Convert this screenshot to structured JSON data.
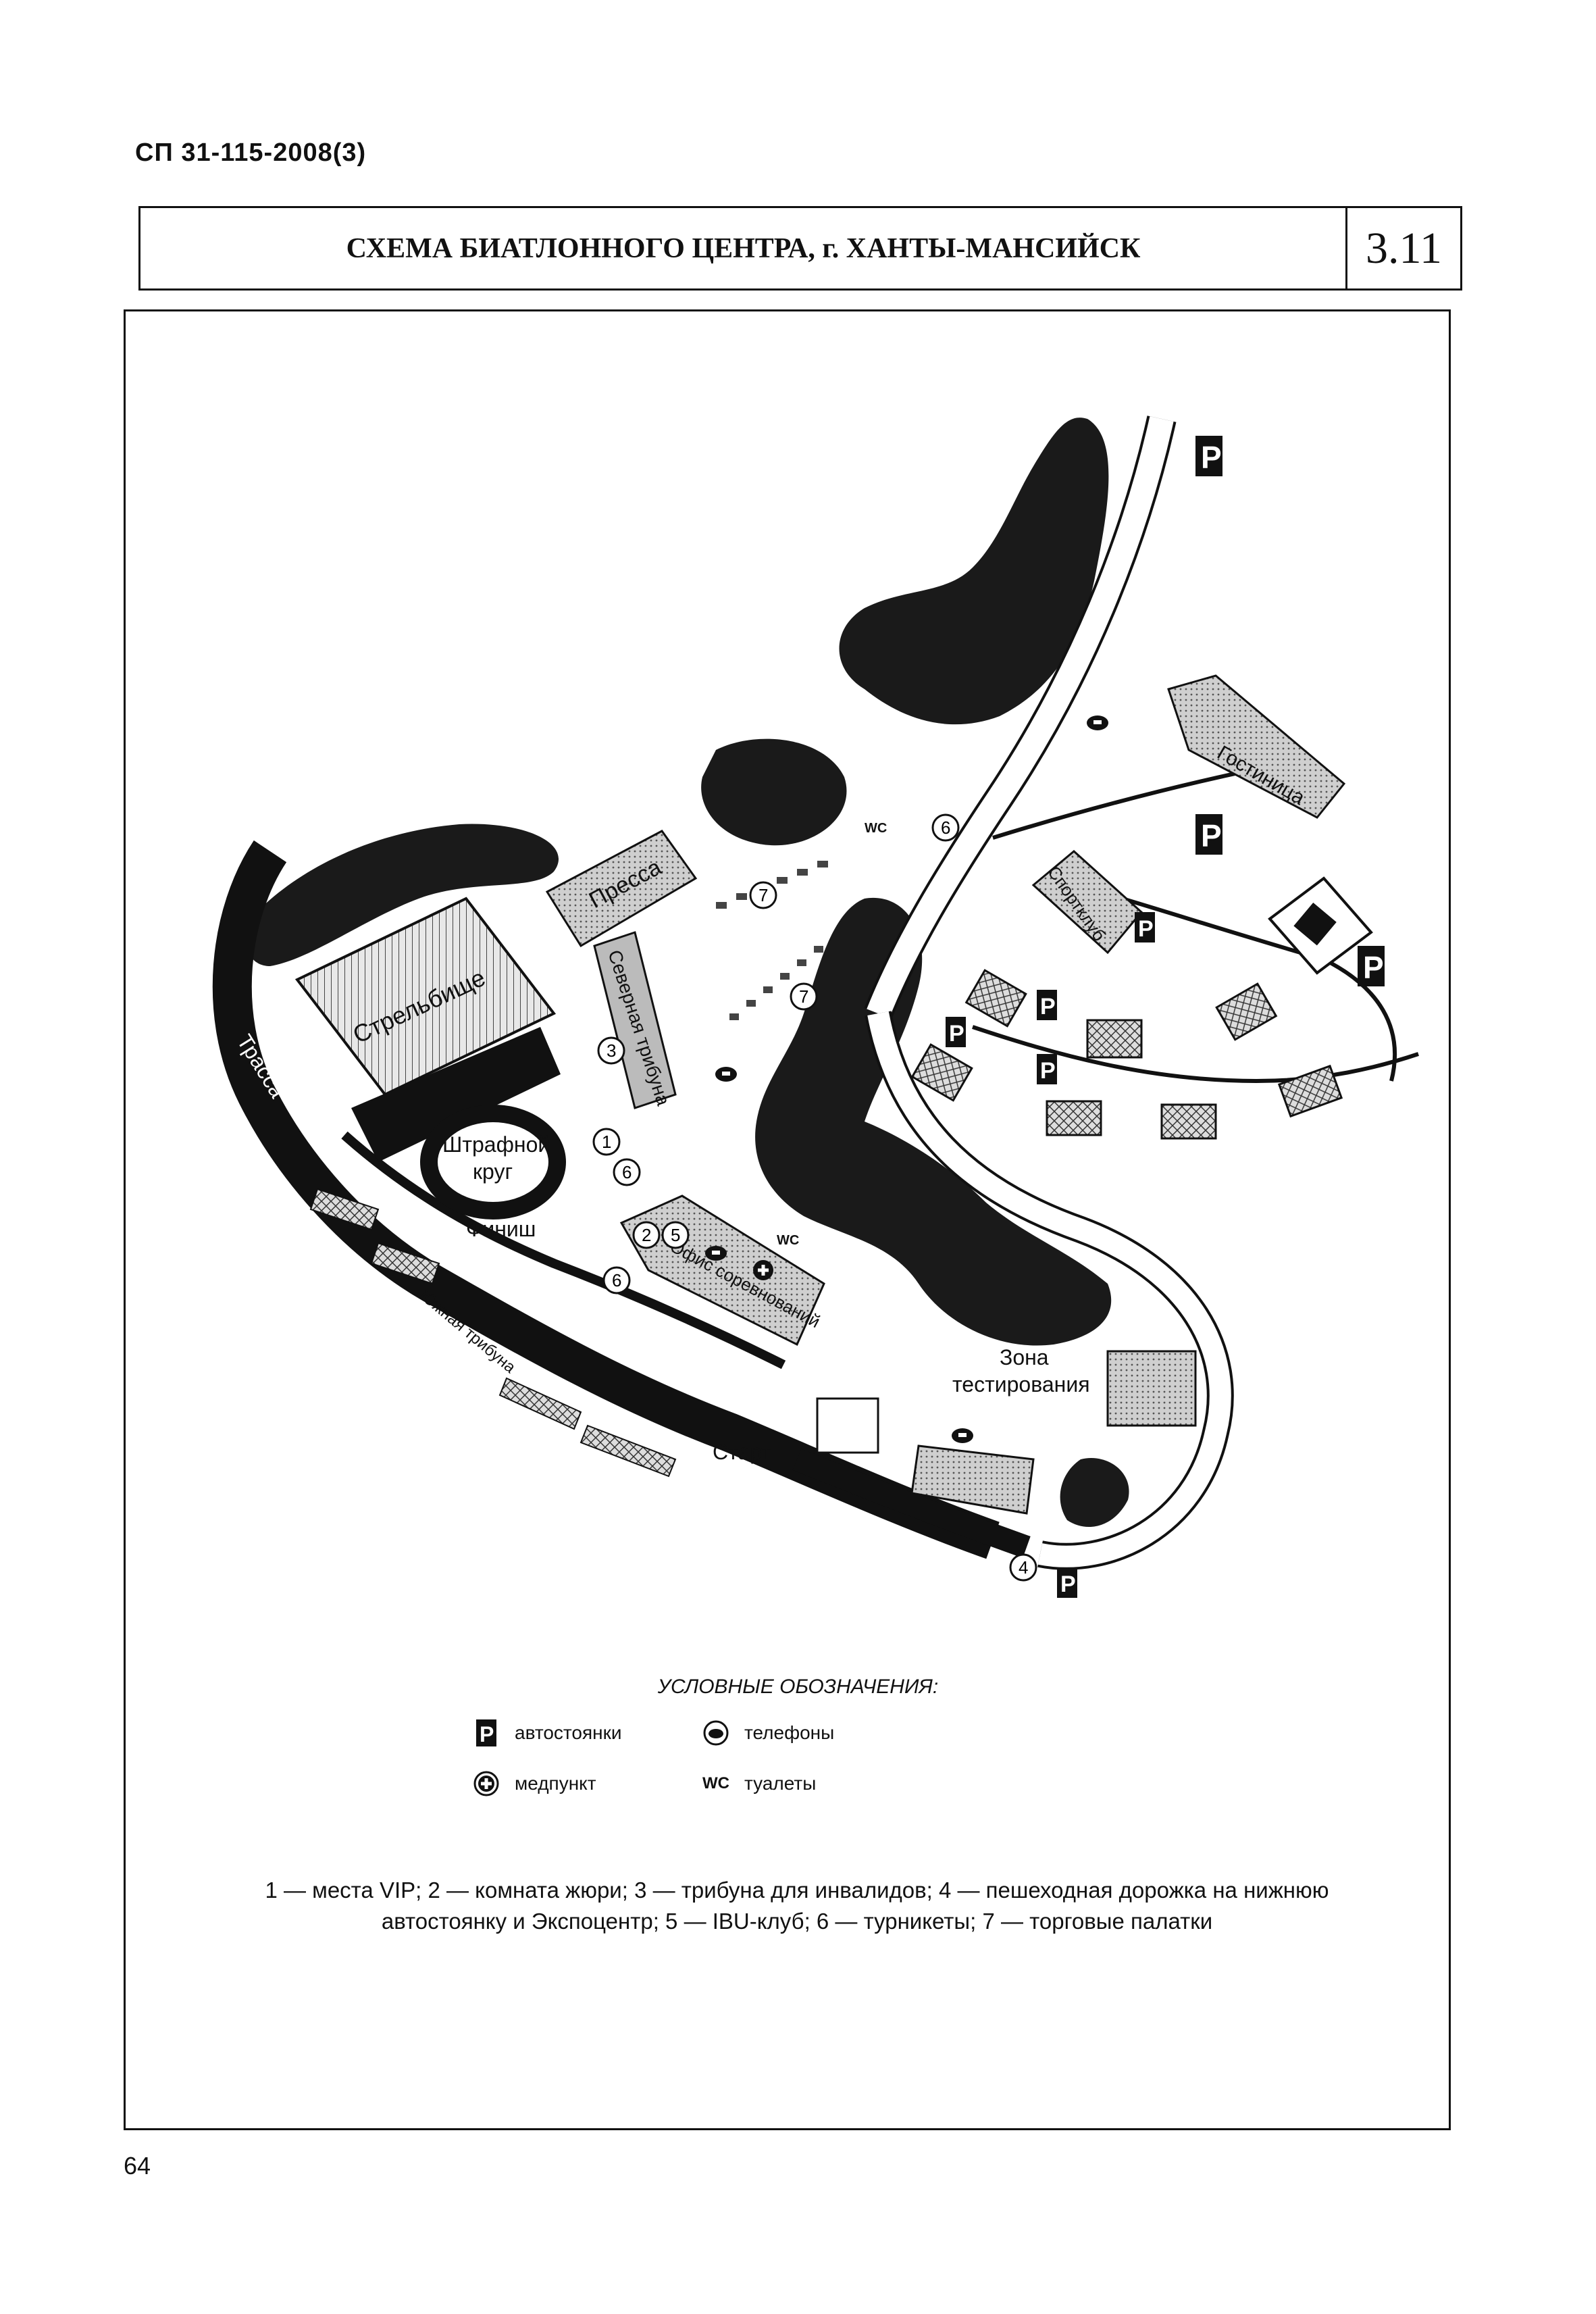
{
  "header": {
    "doc_code": "СП 31-115-2008(3)",
    "title": "СХЕМА БИАТЛОННОГО ЦЕНТРА, г. ХАНТЫ-МАНСИЙСК",
    "sheet_number": "3.11"
  },
  "map": {
    "labels": {
      "press": "Пресса",
      "shooting_range": "Стрельбище",
      "track": "Трасса",
      "penalty_loop_1": "Штрафной",
      "penalty_loop_2": "круг",
      "finish": "Финиш",
      "north_stand": "Северная трибуна",
      "south_stand": "Южная трибуна",
      "competition_office": "Офис соревнований",
      "start": "Старт",
      "testing_zone_1": "Зона",
      "testing_zone_2": "тестирования",
      "hotel": "Гостиница",
      "sport_club": "Спортклуб",
      "wc": "WC",
      "parking": "P"
    },
    "markers": [
      "1",
      "2",
      "3",
      "4",
      "5",
      "6",
      "7"
    ]
  },
  "legend": {
    "title": "УСЛОВНЫЕ ОБОЗНАЧЕНИЯ:",
    "items": [
      {
        "icon": "parking-icon",
        "symbol": "P",
        "label": "автостоянки"
      },
      {
        "icon": "telephone-icon",
        "symbol": "",
        "label": "телефоны"
      },
      {
        "icon": "first-aid-icon",
        "symbol": "",
        "label": "медпункт"
      },
      {
        "icon": "wc-icon",
        "symbol": "WC",
        "label": "туалеты"
      }
    ]
  },
  "notes": {
    "line1": "1 — места VIP; 2 — комната жюри; 3 — трибуна для инвалидов; 4 — пешеходная дорожка на нижнюю",
    "line2": "автостоянку и Экспоцентр; 5 — IBU-клуб; 6 — турникеты; 7 — торговые палатки"
  },
  "page_number": "64"
}
